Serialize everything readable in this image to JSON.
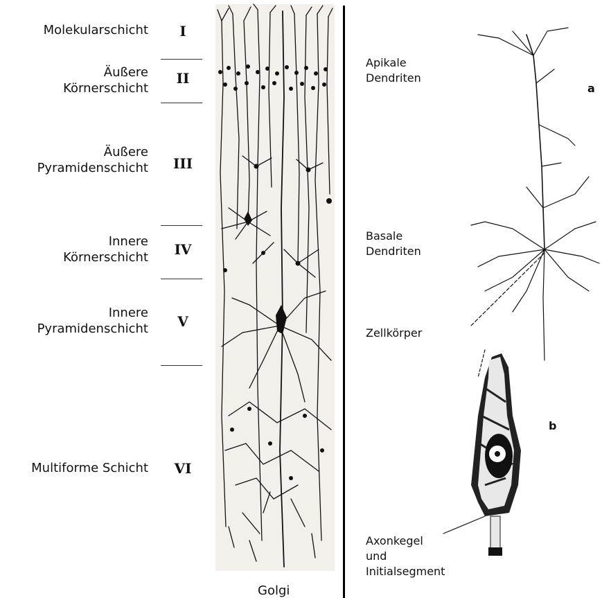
{
  "layers": [
    {
      "name": "Molekularschicht",
      "numeral": "I"
    },
    {
      "name_line1": "Äußere",
      "name_line2": "Körnerschicht",
      "numeral": "II"
    },
    {
      "name_line1": "Äußere",
      "name_line2": "Pyramidenschicht",
      "numeral": "III"
    },
    {
      "name_line1": "Innere",
      "name_line2": "Körnerschicht",
      "numeral": "IV"
    },
    {
      "name_line1": "Innere",
      "name_line2": "Pyramidenschicht",
      "numeral": "V"
    },
    {
      "name": "Multiforme Schicht",
      "numeral": "VI"
    }
  ],
  "stain_label": "Golgi",
  "annotations": {
    "apical": {
      "line1": "Apikale",
      "line2": "Dendriten"
    },
    "basal": {
      "line1": "Basale",
      "line2": "Dendriten"
    },
    "soma": "Zellkörper",
    "axon": {
      "line1": "Axonkegel",
      "line2": "und",
      "line3": "Initialsegment"
    }
  },
  "panel_letters": {
    "a": "a",
    "b": "b"
  },
  "colors": {
    "golgi_background": "#f3f0ec",
    "ink": "#111111"
  }
}
